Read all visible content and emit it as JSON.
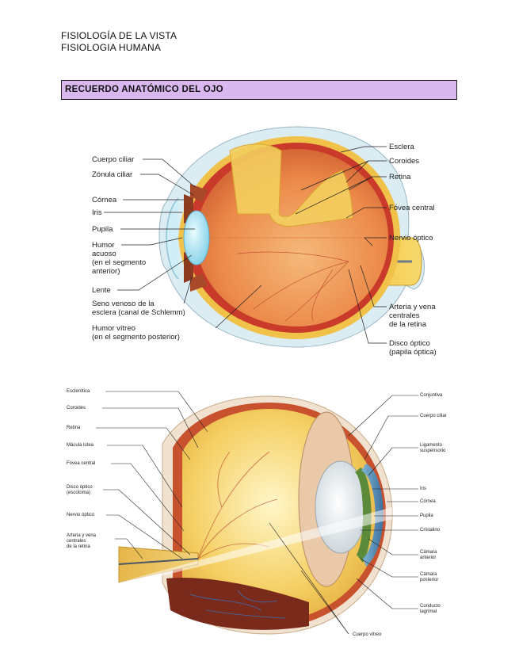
{
  "header": {
    "line1": "FISIOLOGÍA DE LA VISTA",
    "line2": "FISIOLOGIA HUMANA"
  },
  "section": {
    "title": "RECUERDO ANATÓMICO DEL OJO"
  },
  "figure1": {
    "left_labels": {
      "cuerpo_ciliar": "Cuerpo ciliar",
      "zonula_ciliar": "Zónula ciliar",
      "cornea": "Córnea",
      "iris": "Iris",
      "pupila": "Pupila",
      "humor_acuoso": [
        "Humor",
        "acuoso",
        "(en el segmento",
        "anterior)"
      ],
      "lente": "Lente",
      "seno_venoso": [
        "Seno venoso de la",
        "esclera (canal de Schlemm)"
      ],
      "humor_vitreo": [
        "Humor vítreo",
        "(en el segmento posterior)"
      ]
    },
    "right_labels": {
      "esclera": "Esclera",
      "coroides": "Coroides",
      "retina": "Retina",
      "fovea_central": "Fóvea central",
      "nervio_optico": "Nervio óptico",
      "arteria_vena": [
        "Arteria y vena",
        "centrales",
        "de la retina"
      ],
      "disco_optico": [
        "Disco óptico",
        "(papila óptica)"
      ]
    }
  },
  "figure2": {
    "left_labels": {
      "esclerotica": "Esclerótica",
      "coroides": "Coroides",
      "retina": "Retina",
      "macula": "Mácula lútea",
      "fovea": "Fóvea central",
      "disco": [
        "Disco óptico",
        "(escotoma)"
      ],
      "nervio": "Nervio óptico",
      "arteria": [
        "Arteria y vena",
        "centrales",
        "de la retina"
      ]
    },
    "right_labels": {
      "conjuntiva": "Conjuntiva",
      "cuerpo_ciliar": "Cuerpo ciliar",
      "ligamento": [
        "Ligamento",
        "suspensorio"
      ],
      "iris": "Iris",
      "cornea": "Córnea",
      "pupila": "Pupila",
      "cristalino": "Cristalino",
      "camara_anterior": [
        "Cámara",
        "anterior"
      ],
      "camara_posterior": [
        "Cámara",
        "posterior"
      ],
      "conducto": [
        "Conducto",
        "lagrimal"
      ]
    },
    "bottom_label": "Cuerpo vítreo"
  }
}
